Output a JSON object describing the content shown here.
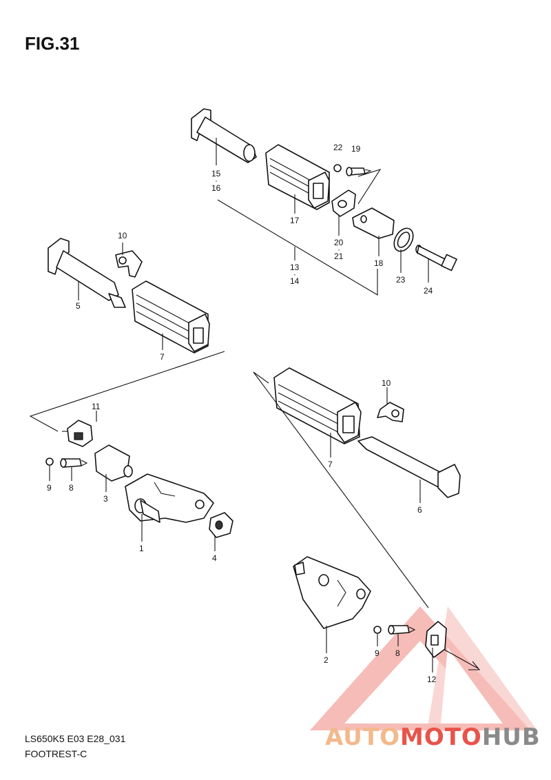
{
  "figure": {
    "title": "FIG.31",
    "model_code": "LS650K5 E03 E28_031",
    "section_name": "FOOTREST-C"
  },
  "watermark": {
    "part1": "AUTO",
    "part2": "MOTO",
    "part3": "HUB",
    "color_accent": "#e8534a",
    "color_secondary": "#f2b98c",
    "color_dark": "#8a8a8a"
  },
  "labels": {
    "p1": "1",
    "p2": "2",
    "p3": "3",
    "p4": "4",
    "p5": "5",
    "p6": "6",
    "p7a": "7",
    "p7b": "7",
    "p8a": "8",
    "p8b": "8",
    "p9a": "9",
    "p9b": "9",
    "p10a": "10",
    "p10b": "10",
    "p11": "11",
    "p12": "12",
    "p13": "13",
    "p14": "14",
    "p15": "15",
    "p16": "16",
    "p17": "17",
    "p18": "18",
    "p19": "19",
    "p20": "20",
    "p21": "21",
    "p22": "22",
    "p23": "23",
    "p24": "24"
  }
}
